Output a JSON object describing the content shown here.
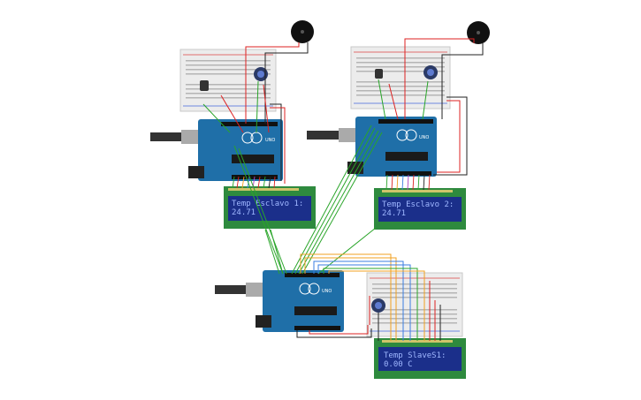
{
  "lcd_slave1": {
    "line1": "Temp Esclavo 1:",
    "line2": "24.71"
  },
  "lcd_slave2": {
    "line1": "Temp Esclavo 2:",
    "line2": "24.71"
  },
  "lcd_master": {
    "line1": "Temp SlaveS1:",
    "line2": "0.00 C"
  },
  "board_label": "UNO",
  "colors": {
    "board": "#1f6fa8",
    "lcd_frame": "#2e8a3e",
    "lcd_screen": "#1b2f8a",
    "breadboard": "#e9e9e9",
    "wire_red": "#d22",
    "wire_green": "#2aa52a",
    "wire_black": "#222",
    "wire_orange": "#f0a020",
    "wire_blue": "#3a7de0"
  }
}
